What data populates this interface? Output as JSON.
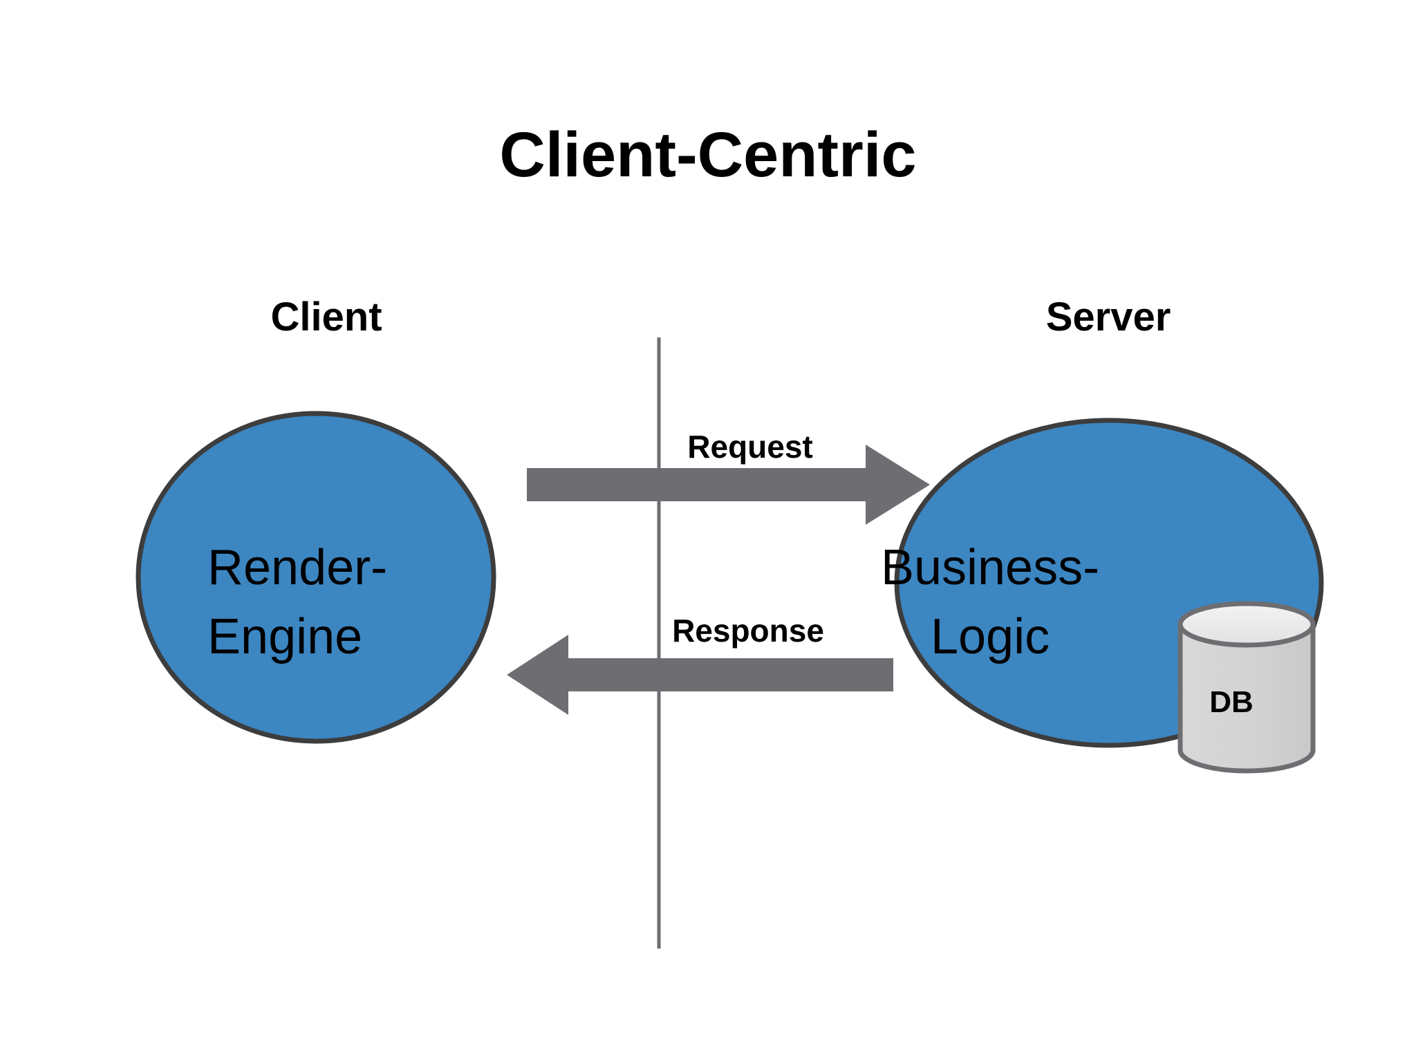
{
  "diagram": {
    "title": "Client-Centric",
    "background_color": "#FFFFFF",
    "node_fill_color": "#3C86C2",
    "node_stroke_color": "#3D3D3D",
    "arrow_color": "#6E6E72",
    "divider_color": "#6E6E72",
    "db_fill_color": "#D4D4D4",
    "db_top_color": "#EDEDED",
    "db_stroke_color": "#6E6E72",
    "text_color": "#000000"
  },
  "zones": [
    {
      "id": "client",
      "label": "Client"
    },
    {
      "id": "server",
      "label": "Server"
    }
  ],
  "nodes": [
    {
      "id": "render-engine",
      "shape": "circle",
      "zone": "client",
      "label_lines": [
        "Render-",
        "Engine"
      ]
    },
    {
      "id": "business-logic",
      "shape": "ellipse",
      "zone": "server",
      "label_lines": [
        "Business-",
        "Logic"
      ]
    },
    {
      "id": "database",
      "shape": "cylinder",
      "zone": "server",
      "label": "DB"
    }
  ],
  "flows": [
    {
      "id": "request",
      "label": "Request",
      "from": "render-engine",
      "to": "business-logic",
      "direction": "right"
    },
    {
      "id": "response",
      "label": "Response",
      "from": "business-logic",
      "to": "render-engine",
      "direction": "left"
    }
  ],
  "divider": {
    "id": "client-server-boundary",
    "orientation": "vertical"
  }
}
